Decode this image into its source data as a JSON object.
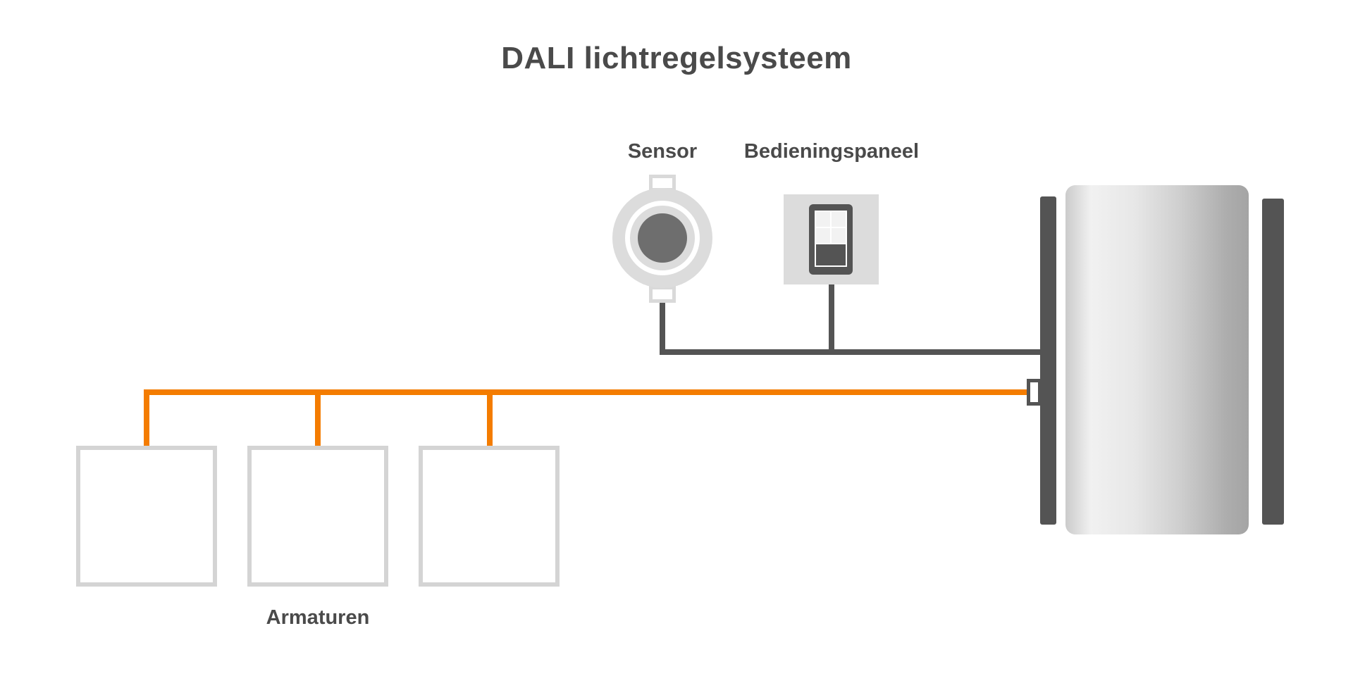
{
  "title": "DALI lichtregelsysteem",
  "nodes": {
    "sensor": {
      "label": "Sensor"
    },
    "control_panel": {
      "label": "Bedieningspaneel"
    },
    "fixtures": {
      "label": "Armaturen",
      "count": 3
    },
    "controller": {}
  },
  "connections": [
    {
      "from": "sensor",
      "to": "controller",
      "line": "dark"
    },
    {
      "from": "control_panel",
      "to": "controller",
      "line": "dark"
    },
    {
      "from": "controller",
      "to": "fixtures",
      "line": "orange"
    }
  ],
  "colors": {
    "text": "#4a4a4a",
    "dark": "#545454",
    "orange": "#f47c00",
    "light_gray": "#dcdcdc",
    "mid_gray": "#6e6e6e",
    "fixture_border": "#d4d4d4"
  }
}
